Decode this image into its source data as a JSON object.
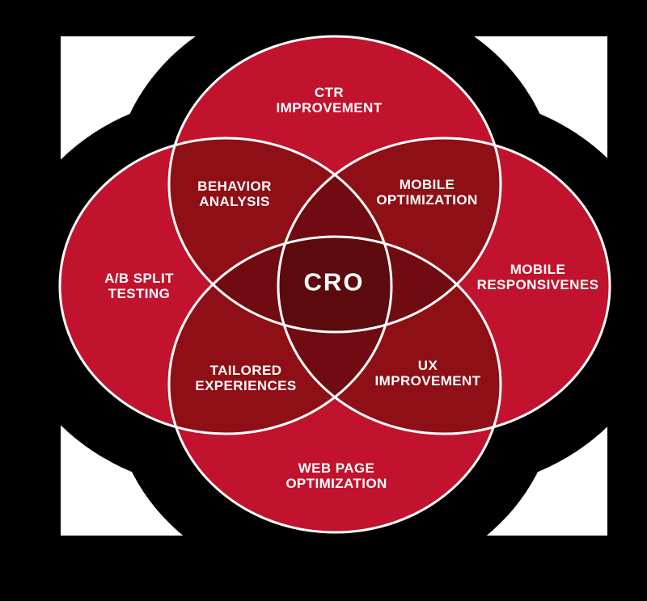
{
  "diagram": {
    "type": "venn-4-circles",
    "center_label": "CRO",
    "colors": {
      "background": "#000000",
      "panel": "#ffffff",
      "single": "#c1132d",
      "double": "#8e1016",
      "triple": "#700c11",
      "quad": "#5c0a0d",
      "outline": "#ffffff",
      "label": "#ffffff"
    },
    "circles": [
      {
        "position": "top",
        "line1": "CTR",
        "line2": "IMPROVEMENT"
      },
      {
        "position": "right",
        "line1": "MOBILE",
        "line2": "RESPONSIVENES"
      },
      {
        "position": "bottom",
        "line1": "WEB PAGE",
        "line2": "OPTIMIZATION"
      },
      {
        "position": "left",
        "line1": "A/B SPLIT",
        "line2": "TESTING"
      }
    ],
    "overlaps": [
      {
        "position": "top-left",
        "line1": "BEHAVIOR",
        "line2": "ANALYSIS"
      },
      {
        "position": "top-right",
        "line1": "MOBILE",
        "line2": "OPTIMIZATION"
      },
      {
        "position": "bottom-left",
        "line1": "TAILORED",
        "line2": "EXPERIENCES"
      },
      {
        "position": "bottom-right",
        "line1": "UX",
        "line2": "IMPROVEMENT"
      }
    ]
  }
}
